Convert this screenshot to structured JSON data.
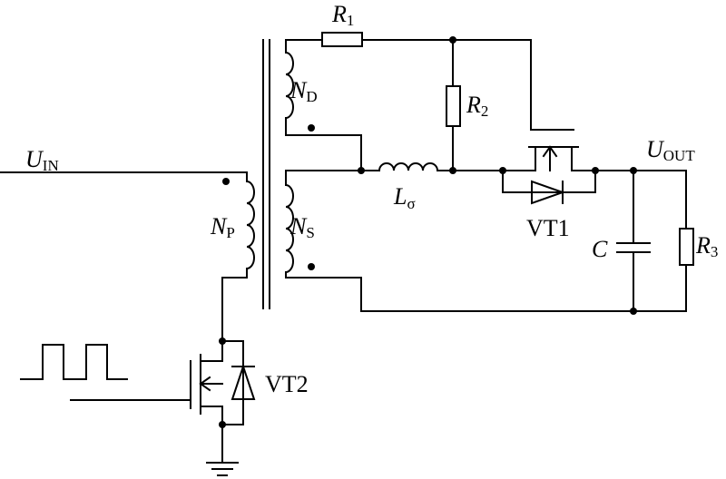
{
  "labels": {
    "r1": {
      "main": "R",
      "sub": "1"
    },
    "r2": {
      "main": "R",
      "sub": "2"
    },
    "r3": {
      "main": "R",
      "sub": "3"
    },
    "nd": {
      "main": "N",
      "sub": "D"
    },
    "np": {
      "main": "N",
      "sub": "P"
    },
    "ns": {
      "main": "N",
      "sub": "S"
    },
    "lsigma": {
      "main": "L",
      "sub": "σ"
    },
    "uin": {
      "main": "U",
      "sub": "IN"
    },
    "uout": {
      "main": "U",
      "sub": "OUT"
    },
    "c": "C",
    "vt1": "VT1",
    "vt2": "VT2"
  }
}
